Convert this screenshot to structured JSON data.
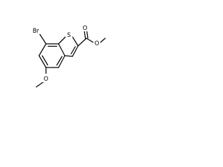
{
  "molecule": {
    "atoms": {
      "bromine": "Br",
      "sulfur": "S",
      "ester_carbonyl_oxygen": "O",
      "ester_ether_oxygen": "O",
      "methoxy_oxygen": "O"
    }
  }
}
